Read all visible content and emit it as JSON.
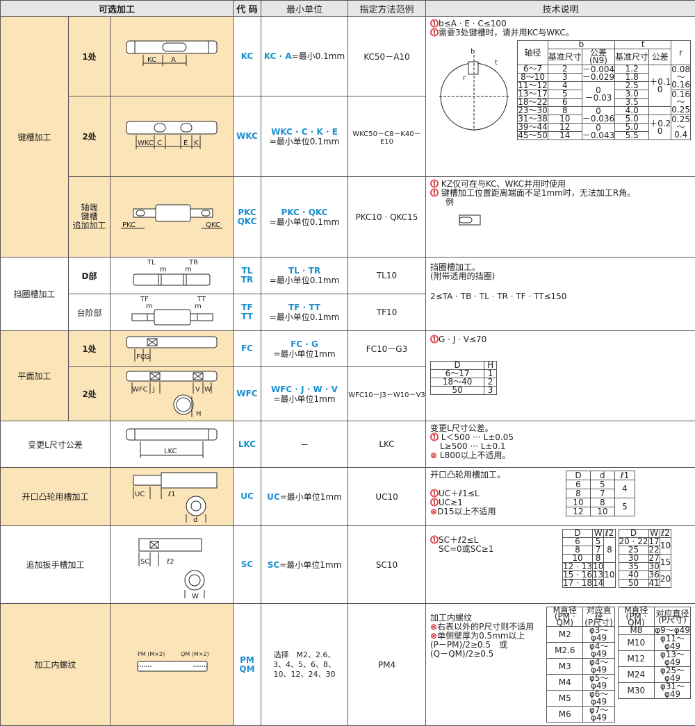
{
  "header": {
    "col1": "可选加工",
    "col2": "代 码",
    "col3": "最小单位",
    "col4": "指定方法范例",
    "col5": "技术说明"
  },
  "keyway": {
    "group": "键槽加工",
    "r1": {
      "label": "1处",
      "code": "KC",
      "unit_k": "KC · A",
      "unit_t": "=最小0.1mm",
      "ex": "KC50－A10",
      "dims": [
        "KC",
        "A"
      ]
    },
    "r2": {
      "label": "2处",
      "code": "WKC",
      "unit_k": "WKC · C · K · E",
      "unit_t": "=最小单位0.1mm",
      "ex": "WKC50－C8－K40－E10",
      "dims": [
        "WKC",
        "C",
        "E",
        "K"
      ]
    },
    "r3": {
      "label1": "轴端",
      "label2": "键槽",
      "label3": "追加加工",
      "code1": "PKC",
      "code2": "QKC",
      "unit_k": "PKC · QKC",
      "unit_t": "=最小单位0.1mm",
      "ex": "PKC10 · QKC15",
      "dims": [
        "PKC",
        "QKC"
      ]
    },
    "n1": "b≤A · E · C≤100",
    "n2": "需要3处键槽时，请并用KC与WKC。",
    "t_head": {
      "shaft": "轴径",
      "b": "b",
      "t": "t",
      "r": "r",
      "base": "基准尺寸",
      "tol": "公差",
      "n9": "(N9)",
      "base2": "基准尺寸",
      "tol2": "公差"
    },
    "t_rows": [
      [
        "6～7",
        "2",
        "1.2"
      ],
      [
        "8～10",
        "3",
        "1.8"
      ],
      [
        "11～12",
        "4",
        "2.5"
      ],
      [
        "13～17",
        "5",
        "3.0"
      ],
      [
        "18～22",
        "6",
        "3.5"
      ],
      [
        "23～30",
        "8",
        "4.0"
      ],
      [
        "31～38",
        "10",
        "5.0"
      ],
      [
        "39～44",
        "12",
        "5.0"
      ],
      [
        "45～50",
        "14",
        "5.5"
      ]
    ],
    "tolb": [
      "－0.004",
      "－0.029",
      "0",
      "－0.03",
      "0",
      "－0.036",
      "0",
      "－0.043"
    ],
    "tolt1": [
      "＋0.1",
      "0"
    ],
    "tolt2": [
      "＋0.2",
      "0"
    ],
    "rvals": [
      "0.08",
      "～",
      "0.16",
      "0.16",
      "～",
      "0.25",
      "0.25",
      "～",
      "0.4"
    ],
    "fig": {
      "b": "b",
      "r": "r",
      "t": "t"
    },
    "n3": "KZ仅可在与KC、WKC并用时使用",
    "n4": "键槽加工位置距离端面不足1mm时，无法加工R角。",
    "n5": "例"
  },
  "retain": {
    "group": "挡圈槽加工",
    "r1": {
      "label": "D部",
      "code1": "TL",
      "code2": "TR",
      "unit_k": "TL · TR",
      "unit_t": "=最小单位0.1mm",
      "ex": "TL10",
      "dims": [
        "TL",
        "TR",
        "m",
        "m"
      ]
    },
    "r2": {
      "label": "台阶部",
      "code1": "TF",
      "code2": "TT",
      "unit_k": "TF · TT",
      "unit_t": "=最小单位0.1mm",
      "ex": "TF10",
      "dims": [
        "TF",
        "TT",
        "m",
        "m"
      ]
    },
    "n1": "挡圈槽加工。",
    "n2": "(附带适用的挡圈)",
    "n3": "2≤TA · TB · TL · TR · TF · TT≤150"
  },
  "flat": {
    "group": "平面加工",
    "r1": {
      "label": "1处",
      "code": "FC",
      "unit_k": "FC · G",
      "unit_t": "=最小单位1mm",
      "ex": "FC10－G3",
      "dims": [
        "FC",
        "G"
      ]
    },
    "r2": {
      "label": "2处",
      "code": "WFC",
      "unit_k": "WFC · J · W · V",
      "unit_t": "=最小单位1mm",
      "ex": "WFC10－J3－W10－V3",
      "dims": [
        "WFC",
        "J",
        "V",
        "W",
        "H"
      ]
    },
    "n1": "G · J · V≤70",
    "t_head": [
      "D",
      "H"
    ],
    "t_rows": [
      [
        "6～17",
        "1"
      ],
      [
        "18～40",
        "2"
      ],
      [
        "50",
        "3"
      ]
    ]
  },
  "lkc": {
    "label": "变更L尺寸公差",
    "code": "LKC",
    "unit": "－",
    "ex": "LKC",
    "dim": "LKC",
    "n1": "变更L尺寸公差。",
    "n2": "L＜500 ··· L±0.05",
    "n3": "L≥500 ··· L±0.1",
    "n4": "L800以上不适用。"
  },
  "uc": {
    "label": "开口凸轮用槽加工",
    "code": "UC",
    "unit_k": "UC",
    "unit_t": "=最小单位1mm",
    "ex": "UC10",
    "dims": [
      "UC",
      "ℓ1",
      "d"
    ],
    "n1": "开口凸轮用槽加工。",
    "n2": "UC＋ℓ1≤L",
    "n3": "UC≥1",
    "n4": "D15以上不适用",
    "t_head": [
      "D",
      "d",
      "ℓ1"
    ],
    "t_rows": [
      [
        "6",
        "5"
      ],
      [
        "8",
        "7"
      ],
      [
        "10",
        "8"
      ],
      [
        "12",
        "10"
      ]
    ],
    "l1": [
      "4",
      "5"
    ]
  },
  "sc": {
    "label": "追加扳手槽加工",
    "code": "SC",
    "unit_k": "SC",
    "unit_t": "=最小单位1mm",
    "ex": "SC10",
    "dims": [
      "SC",
      "ℓ2",
      "W"
    ],
    "n1": "SC＋ℓ2≤L",
    "n2": "SC=0或SC≥1",
    "t_head": [
      "D",
      "W",
      "ℓ2"
    ],
    "ta": [
      [
        "6",
        "5"
      ],
      [
        "8",
        "7"
      ],
      [
        "10",
        "8"
      ],
      [
        "12 · 13",
        "10"
      ],
      [
        "15 · 16",
        "13"
      ],
      [
        "17 · 18",
        "14"
      ]
    ],
    "ta_l": [
      "8",
      "10"
    ],
    "tb": [
      [
        "20 · 22",
        "17"
      ],
      [
        "25",
        "22"
      ],
      [
        "30",
        "27"
      ],
      [
        "35",
        "30"
      ],
      [
        "40",
        "36"
      ],
      [
        "50",
        "41"
      ]
    ],
    "tb_l": [
      "10",
      "15",
      "20"
    ]
  },
  "pm": {
    "label": "加工内螺纹",
    "code1": "PM",
    "code2": "QM",
    "ex": "PM4",
    "unit1": "选择　M2、2.6、",
    "unit2": "3、4、5、6、8、",
    "unit3": "10、12、24、30",
    "dims": [
      "PM (M×2)",
      "QM (M×2)"
    ],
    "n1": "加工内螺纹",
    "n2": "右表以外的P尺寸则不适用",
    "n3": "单侧壁厚为0.5mm以上",
    "n4": "(P－PM)/2≥0.5　或",
    "n5": "(Q－QM)/2≥0.5",
    "t_head": [
      "M直径",
      "(PM · QM)",
      "对应直径",
      "(P尺寸)"
    ],
    "ta": [
      [
        "M2",
        "φ3～φ49"
      ],
      [
        "M2.6",
        "φ4～φ49"
      ],
      [
        "M3",
        "φ4～φ49"
      ],
      [
        "M4",
        "φ5～φ49"
      ],
      [
        "M5",
        "φ6～φ49"
      ],
      [
        "M6",
        "φ7～φ49"
      ]
    ],
    "tb": [
      [
        "M8",
        "φ9～φ49"
      ],
      [
        "M10",
        "φ11～φ49"
      ],
      [
        "M12",
        "φ13～φ49"
      ],
      [
        "M24",
        "φ25～φ49"
      ],
      [
        "M30",
        "φ31～φ49"
      ]
    ]
  }
}
